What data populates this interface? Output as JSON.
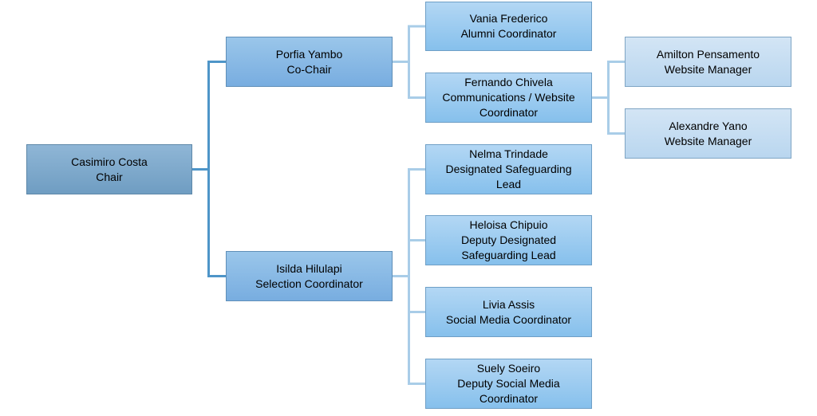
{
  "org_chart": {
    "chair": {
      "name": "Casimiro Costa",
      "role": "Chair"
    },
    "porfia": {
      "name": "Porfia Yambo",
      "role": "Co-Chair"
    },
    "isilda": {
      "name": "Isilda Hilulapi",
      "role": "Selection Coordinator"
    },
    "vania": {
      "name": "Vania Frederico",
      "role": "Alumni Coordinator"
    },
    "fernando": {
      "name": "Fernando Chivela",
      "role_line1": "Communications / Website",
      "role_line2": "Coordinator"
    },
    "nelma": {
      "name": "Nelma Trindade",
      "role_line1": "Designated Safeguarding",
      "role_line2": "Lead"
    },
    "heloisa": {
      "name": "Heloisa Chipuio",
      "role_line1": "Deputy Designated",
      "role_line2": "Safeguarding Lead"
    },
    "livia": {
      "name": "Livia Assis",
      "role": "Social Media Coordinator"
    },
    "suely": {
      "name": "Suely Soeiro",
      "role_line1": "Deputy Social Media",
      "role_line2": "Coordinator"
    },
    "amilton": {
      "name": "Amilton Pensamento",
      "role": "Website Manager"
    },
    "alexandre": {
      "name": "Alexandre Yano",
      "role": "Website Manager"
    }
  },
  "colors": {
    "connector_main": "#4e95c8",
    "connector_light": "#a9cde8"
  }
}
